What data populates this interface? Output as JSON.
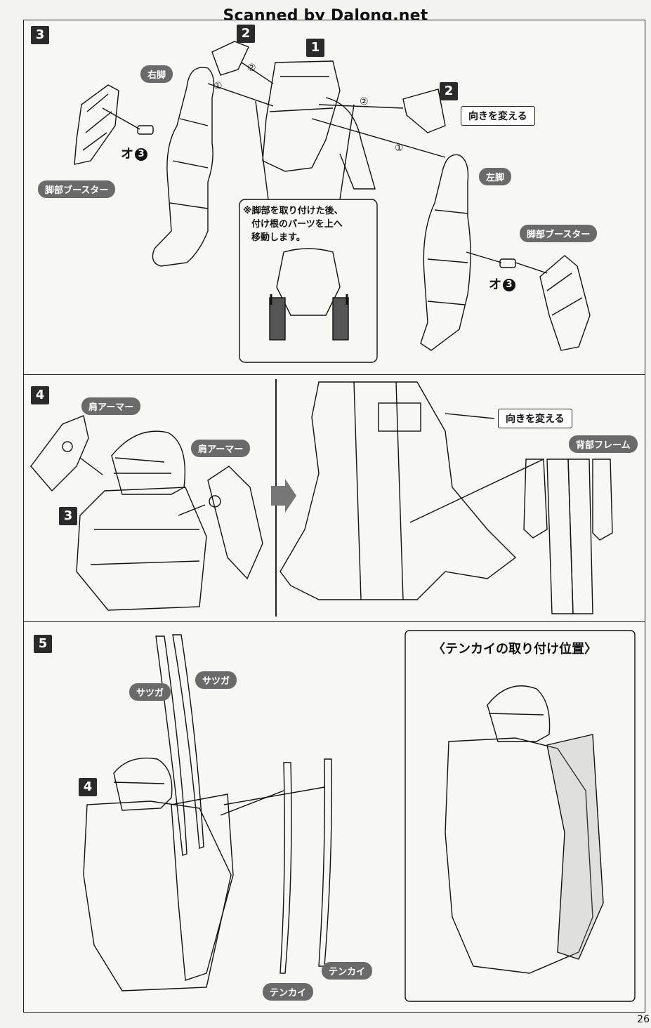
{
  "watermark": "Scanned by Dalong.net",
  "page_number": "26",
  "step3": {
    "number": "3",
    "parts": {
      "p1": "1",
      "p2a": "2",
      "p2b": "2"
    },
    "labels": {
      "right_leg": "右脚",
      "left_leg": "左脚",
      "leg_booster_left": "脚部ブースター",
      "leg_booster_right": "脚部ブースター",
      "change_direction": "向きを変える"
    },
    "circled": [
      "①",
      "②",
      "②",
      "①"
    ],
    "o_tag_prefix": "オ",
    "o_tag_badge": "3",
    "note_lines": [
      "※脚部を取り付けた後、",
      "付け根のパーツを上へ",
      "移動します。"
    ]
  },
  "step4": {
    "number": "4",
    "ref": "3",
    "labels": {
      "shoulder_armor_1": "肩アーマー",
      "shoulder_armor_2": "肩アーマー",
      "change_direction": "向きを変える",
      "back_frame": "背部フレーム"
    }
  },
  "step5": {
    "number": "5",
    "ref": "4",
    "labels": {
      "satsuga_1": "サツガ",
      "satsuga_2": "サツガ",
      "tenkai_1": "テンカイ",
      "tenkai_2": "テンカイ"
    },
    "inset_title": "〈テンカイの取り付け位置〉"
  }
}
